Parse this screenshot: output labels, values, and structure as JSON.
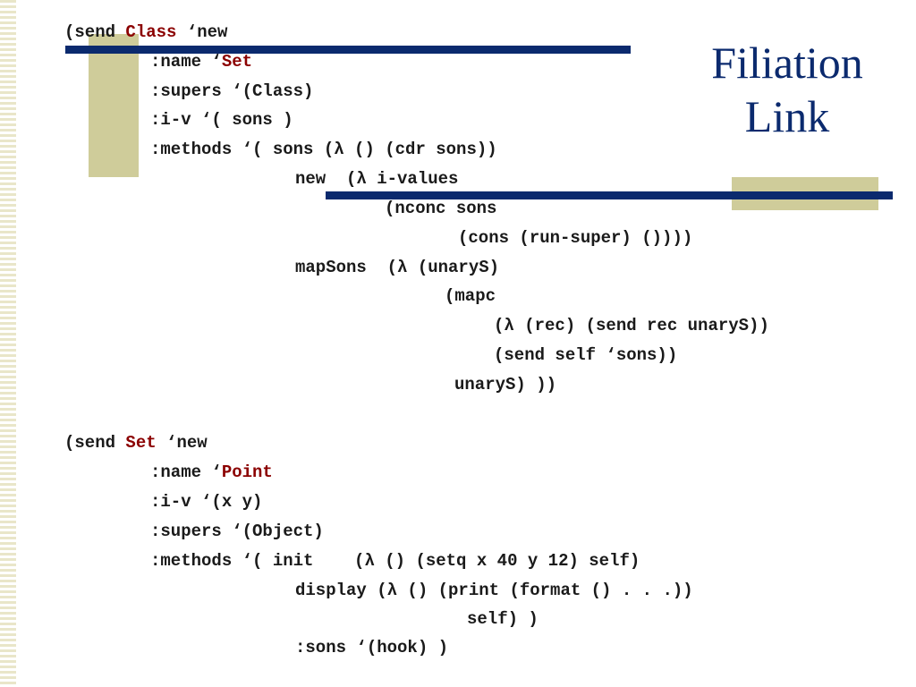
{
  "title": {
    "line1": "Filiation",
    "line2": "Link"
  },
  "block1": {
    "l1_a": "(send ",
    "l1_kw": "Class",
    "l1_b": " ‘new",
    "l2_a": ":name ‘",
    "l2_kw": "Set",
    "l3": ":supers ‘(Class)",
    "l4": ":i-v ‘( sons )",
    "l5": ":methods ‘( sons (λ () (cdr sons))",
    "l6": "new  (λ i-values",
    "l7": "(nconc sons",
    "l8": "(cons (run-super) ())))",
    "l9": "mapSons  (λ (unaryS)",
    "l10": "(mapc",
    "l11": "(λ (rec) (send rec unaryS))",
    "l12": "(send self ‘sons))",
    "l13": "unaryS) ))"
  },
  "block2": {
    "l1_a": "(send ",
    "l1_kw": "Set",
    "l1_b": " ‘new",
    "l2_a": ":name ‘",
    "l2_kw": "Point",
    "l3": ":i-v ‘(x y)",
    "l4": ":supers ‘(Object)",
    "l5": ":methods ‘( init    (λ () (setq x 40 y 12) self)",
    "l6": "display (λ () (print (format () . . .))",
    "l7": "self) )",
    "l8": ":sons ‘(hook) )"
  },
  "colors": {
    "navy": "#0b2a6e",
    "khaki": "#cfcc9a",
    "keyword": "#8b0000"
  }
}
